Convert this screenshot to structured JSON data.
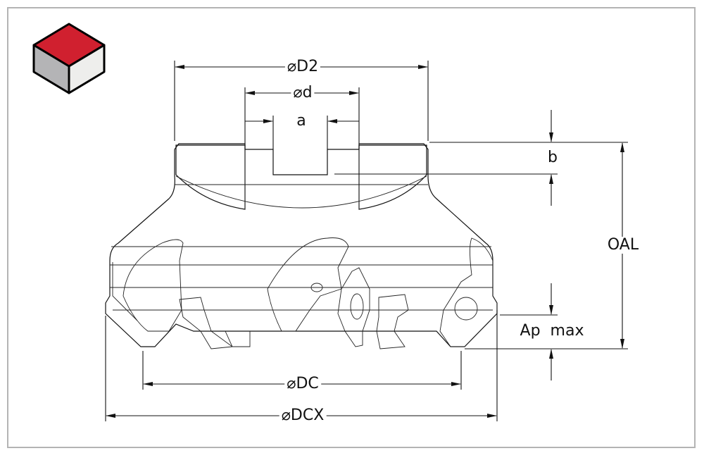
{
  "title_block": {
    "view_icon": "isometric-cube-icon",
    "colors": {
      "top": "#d0202f",
      "left": "#b4b4b6",
      "right": "#eeeeec"
    }
  },
  "dimensions": {
    "D2": "⌀D2",
    "d": "⌀d",
    "a": "a",
    "b": "b",
    "OAL": "OAL",
    "ap_max": "Ap  max",
    "DC": "⌀DC",
    "DCX": "⌀DCX"
  }
}
